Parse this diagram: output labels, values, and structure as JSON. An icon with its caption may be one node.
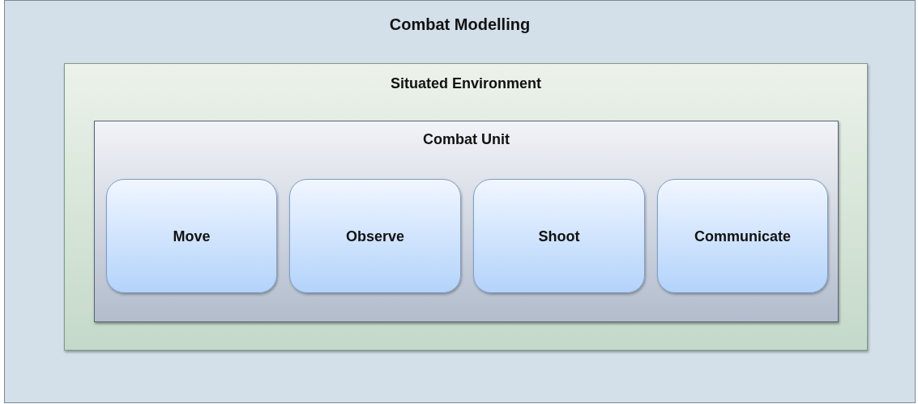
{
  "diagram": {
    "nodes": [
      {
        "text": [
          "Combat Modelling"
        ]
      },
      {
        "text": [
          "Situated Environment"
        ],
        "in": 0
      },
      {
        "text": [
          "Combat Unit"
        ],
        "in": 1
      },
      {
        "text": [
          "Move"
        ],
        "in": 2
      },
      {
        "text": [
          "Observe"
        ],
        "in": 2
      },
      {
        "text": [
          "Shoot"
        ],
        "in": 2
      },
      {
        "text": [
          "Communicate"
        ],
        "in": 2
      }
    ]
  }
}
